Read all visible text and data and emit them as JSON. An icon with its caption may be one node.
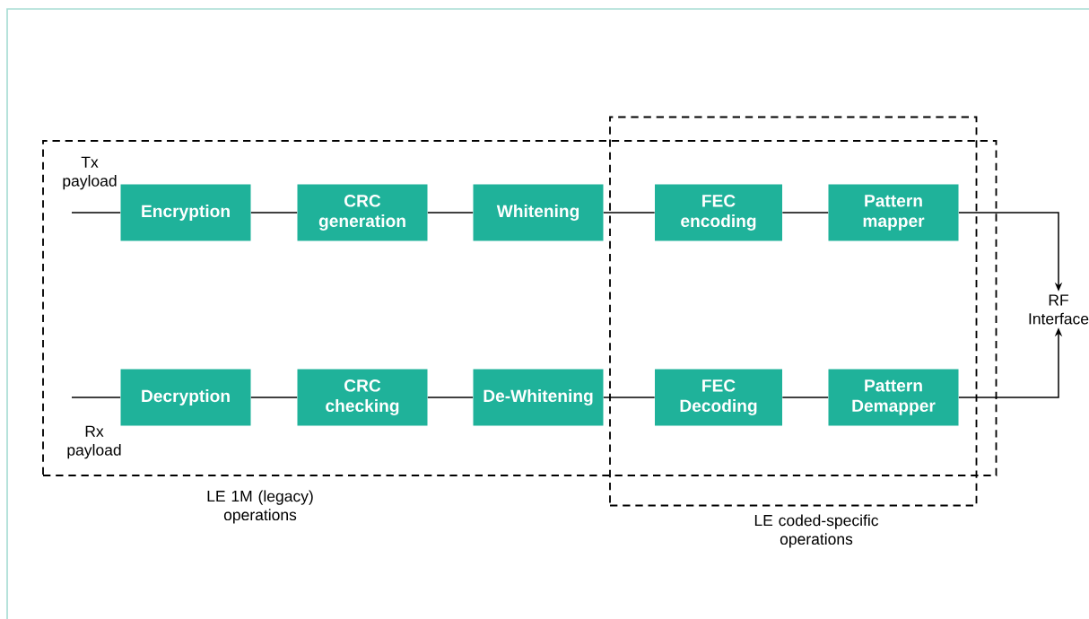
{
  "diagram": {
    "nodes": [
      {
        "text": [
          "LE 1M (legacy) operations"
        ]
      },
      {
        "text": [
          "LE coded-specific operations"
        ]
      },
      {
        "text": [
          "Tx payload"
        ],
        "in": 0
      },
      {
        "text": [
          "Encryption"
        ],
        "in": 0
      },
      {
        "text": [
          "CRC generation"
        ],
        "in": 0
      },
      {
        "text": [
          "Whitening"
        ],
        "in": 0
      },
      {
        "text": [
          "FEC encoding"
        ],
        "in": 1
      },
      {
        "text": [
          "Pattern mapper"
        ],
        "in": 1
      },
      {
        "text": [
          "RF Interface"
        ]
      },
      {
        "text": [
          "Rx payload"
        ],
        "in": 0
      },
      {
        "text": [
          "Decryption"
        ],
        "in": 0
      },
      {
        "text": [
          "CRC checking"
        ],
        "in": 0
      },
      {
        "text": [
          "De-Whitening"
        ],
        "in": 0
      },
      {
        "text": [
          "FEC Decoding"
        ],
        "in": 1
      },
      {
        "text": [
          "Pattern Demapper"
        ],
        "in": 1
      }
    ],
    "edges": [
      {
        "from": 2,
        "to": 3,
        "arrow": "none"
      },
      {
        "from": 3,
        "to": 4,
        "arrow": "none"
      },
      {
        "from": 4,
        "to": 5,
        "arrow": "none"
      },
      {
        "from": 5,
        "to": 6,
        "arrow": "none"
      },
      {
        "from": 6,
        "to": 7,
        "arrow": "none"
      },
      {
        "from": 7,
        "to": 8,
        "arrow": "to"
      },
      {
        "from": 9,
        "to": 10,
        "arrow": "none"
      },
      {
        "from": 10,
        "to": 11,
        "arrow": "none"
      },
      {
        "from": 11,
        "to": 12,
        "arrow": "none"
      },
      {
        "from": 12,
        "to": 13,
        "arrow": "none"
      },
      {
        "from": 13,
        "to": 14,
        "arrow": "none"
      },
      {
        "from": 14,
        "to": 8,
        "arrow": "to"
      }
    ]
  }
}
